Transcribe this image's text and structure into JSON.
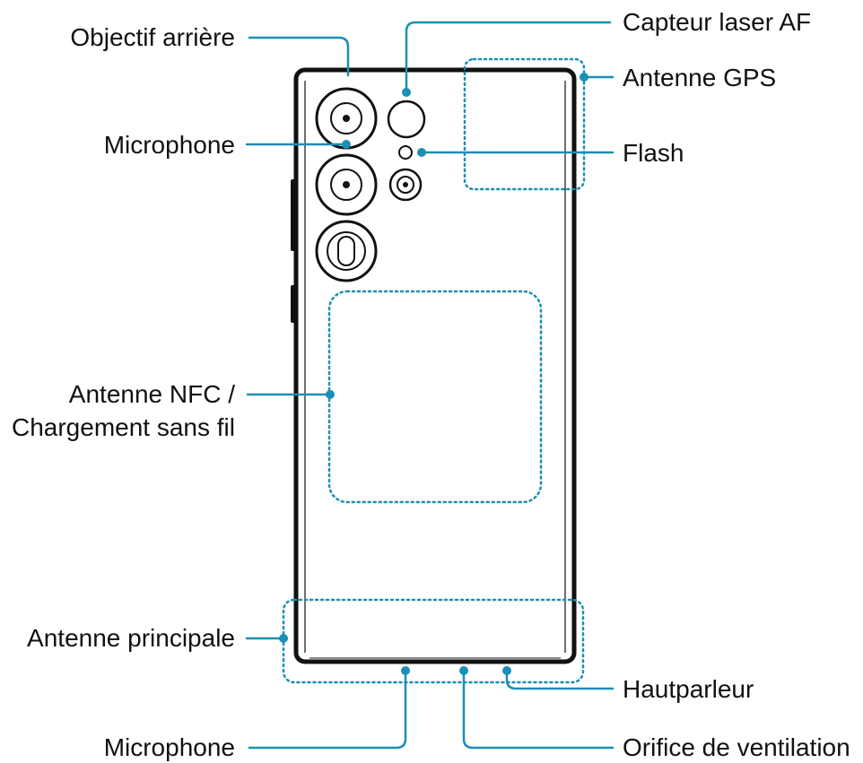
{
  "colors": {
    "accent": "#1b8fb5",
    "outline": "#111111",
    "background": "#ffffff"
  },
  "labels": {
    "rear_lens": "Objectif arrière",
    "laser_af": "Capteur laser AF",
    "gps_antenna": "Antenne GPS",
    "microphone_top": "Microphone",
    "flash": "Flash",
    "nfc_line1": "Antenne NFC /",
    "nfc_line2": "Chargement sans fil",
    "main_antenna": "Antenne principale",
    "speaker": "Hautparleur",
    "microphone_bottom": "Microphone",
    "vent": "Orifice de ventilation"
  }
}
